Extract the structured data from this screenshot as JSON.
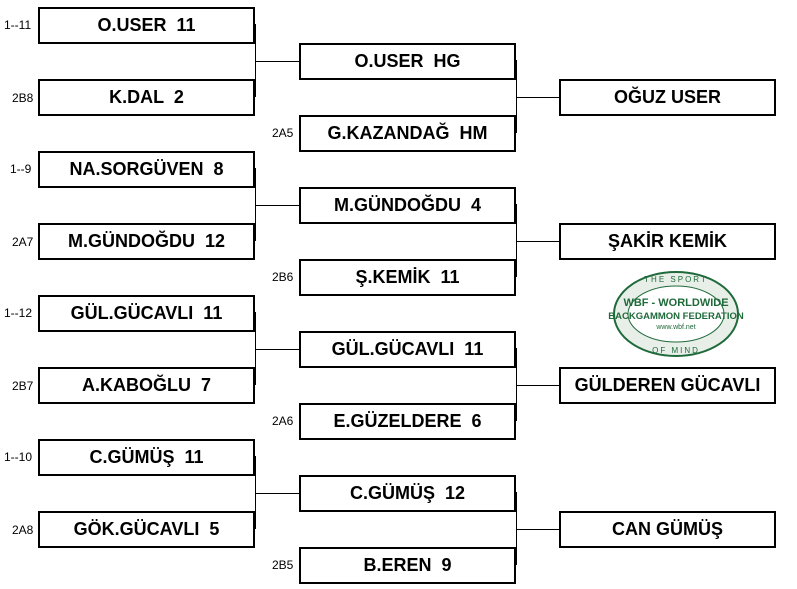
{
  "bracket": {
    "groups": [
      {
        "first": {
          "seed": "1--11",
          "name": "O.USER  11"
        },
        "second": {
          "seed": "2B8",
          "name": "K.DAL  2"
        },
        "round2_top": {
          "name": "O.USER  HG"
        },
        "round2_bottom": {
          "seed": "2A5",
          "name": "G.KAZANDAĞ  HM"
        },
        "winner": "OĞUZ USER"
      },
      {
        "first": {
          "seed": "1--9",
          "name": "NA.SORGÜVEN  8"
        },
        "second": {
          "seed": "2A7",
          "name": "M.GÜNDOĞDU  12"
        },
        "round2_top": {
          "name": "M.GÜNDOĞDU  4"
        },
        "round2_bottom": {
          "seed": "2B6",
          "name": "Ş.KEMİK  11"
        },
        "winner": "ŞAKİR KEMİK"
      },
      {
        "first": {
          "seed": "1--12",
          "name": "GÜL.GÜCAVLI  11"
        },
        "second": {
          "seed": "2B7",
          "name": "A.KABOĞLU  7"
        },
        "round2_top": {
          "name": "GÜL.GÜCAVLI  11"
        },
        "round2_bottom": {
          "seed": "2A6",
          "name": "E.GÜZELDERE  6"
        },
        "winner": "GÜLDEREN GÜCAVLI"
      },
      {
        "first": {
          "seed": "1--10",
          "name": "C.GÜMÜŞ  11"
        },
        "second": {
          "seed": "2A8",
          "name": "GÖK.GÜCAVLI  5"
        },
        "round2_top": {
          "name": "C.GÜMÜŞ  12"
        },
        "round2_bottom": {
          "seed": "2B5",
          "name": "B.EREN  9"
        },
        "winner": "CAN GÜMÜŞ"
      }
    ]
  },
  "logo": {
    "top_text": "THE SPORT",
    "line1": "WBF - WORLDWIDE",
    "line2": "BACKGAMMON FEDERATION",
    "url": "www.wbf.net",
    "bottom_text": "OF MIND",
    "color": "#1f6a3a"
  }
}
